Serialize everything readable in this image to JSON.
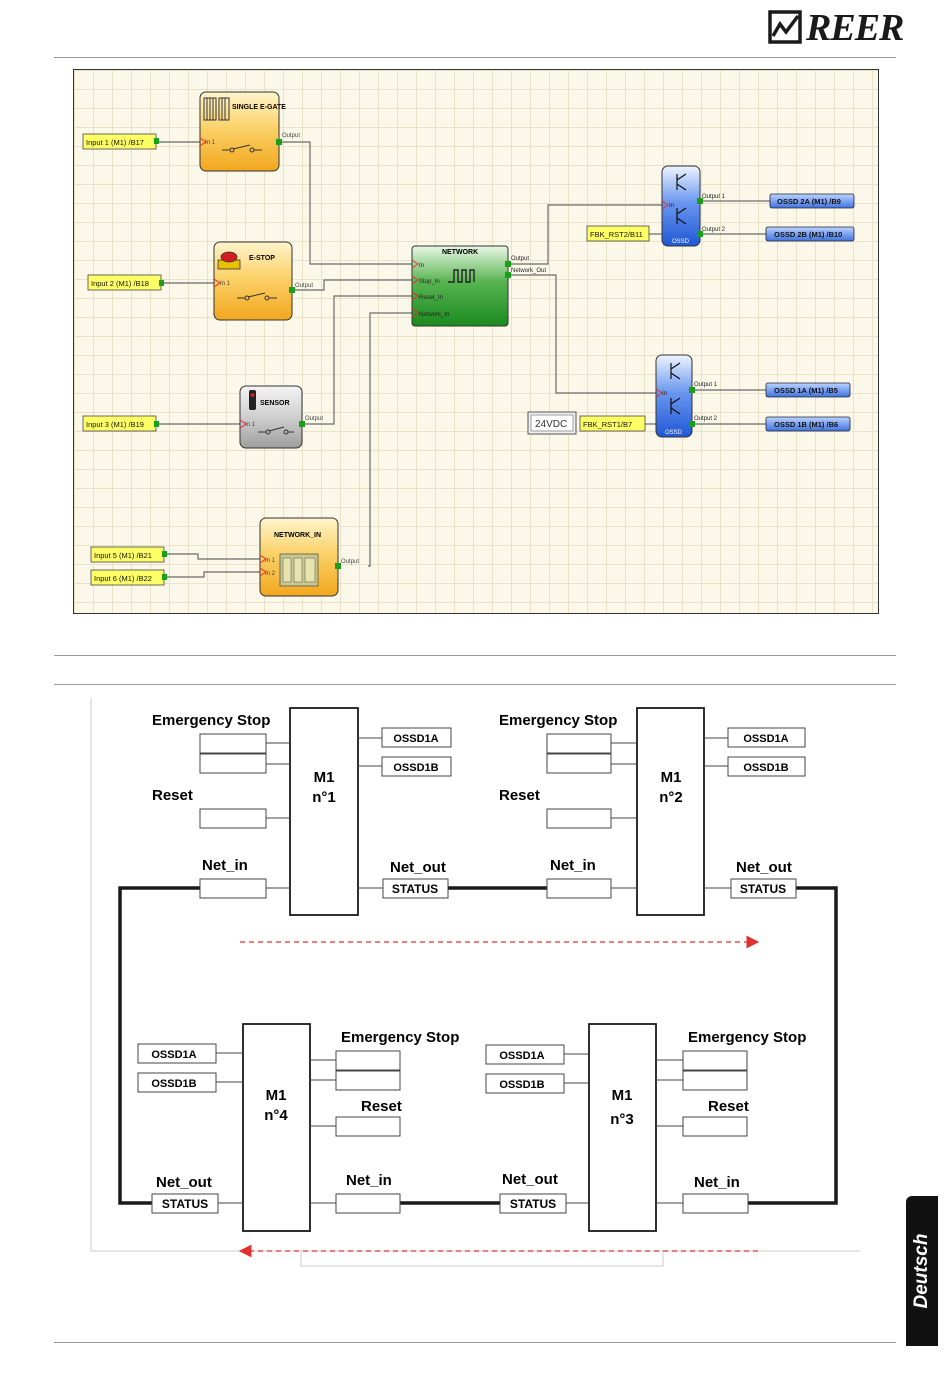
{
  "header": {
    "brand": "REER"
  },
  "sidebar_tab": {
    "language": "Deutsch"
  },
  "editor": {
    "inputs": [
      {
        "label": "Input 1 (M1) /B17"
      },
      {
        "label": "Input 2 (M1) /B18"
      },
      {
        "label": "Input 3 (M1) /B19"
      },
      {
        "label": "Input 5 (M1) /B21"
      },
      {
        "label": "Input 6 (M1) /B22"
      },
      {
        "label": "FBK_RST2/B11"
      },
      {
        "label": "FBK_RST1/B7"
      }
    ],
    "outputs": [
      {
        "label": "OSSD 2A (M1)  /B9"
      },
      {
        "label": "OSSD 2B (M1)  /B10"
      },
      {
        "label": "OSSD 1A (M1)  /B5"
      },
      {
        "label": "OSSD 1B (M1)  /B6"
      }
    ],
    "voltage_label": "24VDC",
    "blocks": {
      "single_egate": {
        "title": "SINGLE E-GATE",
        "pin_in": "In 1",
        "pin_out": "Output"
      },
      "estop": {
        "title": "E-STOP",
        "pin_in": "In 1",
        "pin_out": "Output"
      },
      "sensor": {
        "title": "SENSOR",
        "pin_in": "In 1",
        "pin_out": "Output"
      },
      "network_in": {
        "title": "NETWORK_IN",
        "pin_in1": "In 1",
        "pin_in2": "In 2",
        "pin_out": "Output"
      },
      "network": {
        "title": "NETWORK",
        "pin_in": "In",
        "pin_stop": "Stop_In",
        "pin_reset": "Reset_In",
        "pin_net": "Network_In",
        "pin_out": "Output",
        "pin_netout": "Network_Out"
      },
      "ossd_top": {
        "title": "OSSD",
        "pin_in": "In",
        "pin_out1": "Output 1",
        "pin_out2": "Output 2"
      },
      "ossd_bottom": {
        "title": "OSSD",
        "pin_in": "In",
        "pin_out1": "Output 1",
        "pin_out2": "Output 2"
      }
    }
  },
  "network": {
    "modules": [
      {
        "name": "M1",
        "number": "n°1"
      },
      {
        "name": "M1",
        "number": "n°2"
      },
      {
        "name": "M1",
        "number": "n°3"
      },
      {
        "name": "M1",
        "number": "n°4"
      }
    ],
    "labels": {
      "emergency_stop": "Emergency Stop",
      "reset": "Reset",
      "net_in": "Net_in",
      "net_out": "Net_out",
      "status": "STATUS",
      "ossd1a": "OSSD1A",
      "ossd1b": "OSSD1B"
    },
    "colors": {
      "flow_arrow": "#e03030",
      "network_line": "#1a1a1a"
    }
  }
}
